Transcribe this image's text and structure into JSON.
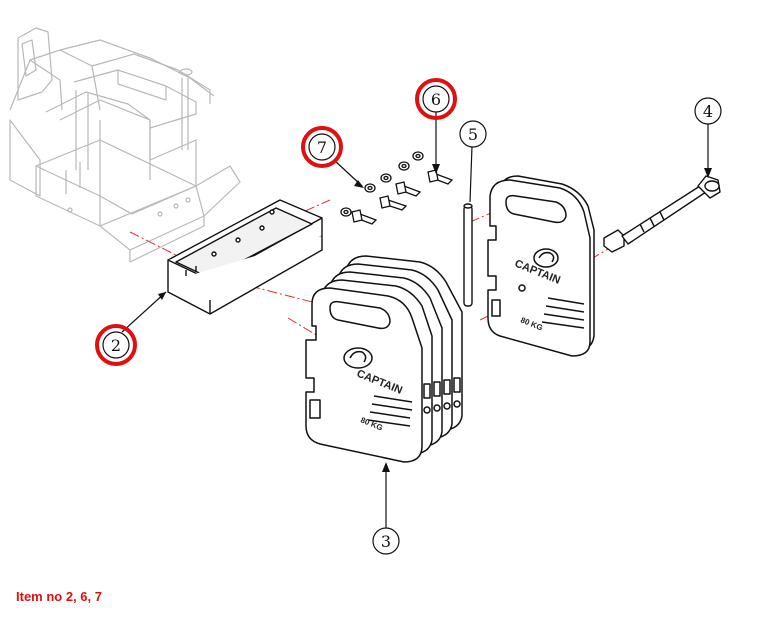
{
  "callouts": [
    {
      "id": "2",
      "label": "2",
      "highlighted": true
    },
    {
      "id": "3",
      "label": "3",
      "highlighted": false
    },
    {
      "id": "4",
      "label": "4",
      "highlighted": false
    },
    {
      "id": "5",
      "label": "5",
      "highlighted": false
    },
    {
      "id": "6",
      "label": "6",
      "highlighted": true
    },
    {
      "id": "7",
      "label": "7",
      "highlighted": true
    }
  ],
  "weights": {
    "front": {
      "brand": "CAPTAIN",
      "mass": "80 KG"
    },
    "rear": {
      "brand": "CAPTAIN",
      "mass": "80 KG"
    }
  },
  "caption": "Item no 2, 6, 7",
  "colors": {
    "highlight": "#e01010",
    "line": "#111111",
    "ghost": "#b8b8b8",
    "centerline": "#e03030"
  }
}
